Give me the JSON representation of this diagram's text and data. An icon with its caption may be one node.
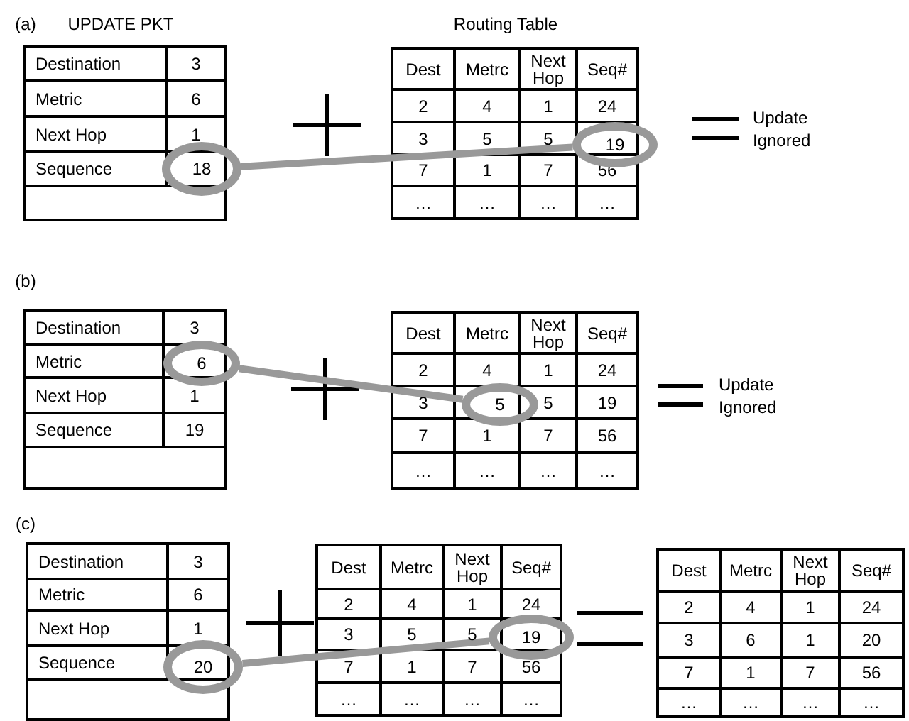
{
  "diagram": {
    "nodes": [
      {
        "text": [
          "18"
        ]
      },
      {
        "text": [
          "19"
        ]
      },
      {
        "text": [
          "6"
        ]
      },
      {
        "text": [
          "5"
        ]
      },
      {
        "text": [
          "20"
        ]
      },
      {
        "text": [
          "19"
        ]
      }
    ],
    "edges": [
      {
        "from": 0,
        "to": 1,
        "arrow": "none"
      },
      {
        "from": 2,
        "to": 3,
        "arrow": "none"
      },
      {
        "from": 4,
        "to": 5,
        "arrow": "none"
      }
    ],
    "labels": [
      "(a)",
      "UPDATE PKT",
      "Routing Table",
      "Destination",
      "3",
      "Metric",
      "6",
      "Next Hop",
      "1",
      "Sequence",
      "Dest",
      "Metrc",
      "Next Hop",
      "Seq#",
      "2",
      "4",
      "1",
      "24",
      "3",
      "5",
      "5",
      "7",
      "1",
      "7",
      "56",
      "…",
      "…",
      "…",
      "…",
      "Update Ignored",
      "(b)",
      "Destination",
      "3",
      "Metric",
      "Next Hop",
      "1",
      "Sequence",
      "19",
      "Dest",
      "Metrc",
      "Next Hop",
      "Seq#",
      "2",
      "4",
      "1",
      "24",
      "3",
      "5",
      "19",
      "7",
      "1",
      "7",
      "56",
      "…",
      "…",
      "…",
      "…",
      "Update Ignored",
      "(c)",
      "Destination",
      "3",
      "Metric",
      "6",
      "Next Hop",
      "1",
      "Sequence",
      "Dest",
      "Metrc",
      "Next Hop",
      "Seq#",
      "2",
      "4",
      "1",
      "24",
      "3",
      "5",
      "5",
      "7",
      "1",
      "7",
      "56",
      "…",
      "…",
      "…",
      "…",
      "Dest",
      "Metrc",
      "Next Hop",
      "Seq#",
      "2",
      "4",
      "1",
      "24",
      "3",
      "6",
      "1",
      "20",
      "7",
      "1",
      "7",
      "56",
      "…",
      "…",
      "…",
      "…"
    ]
  }
}
